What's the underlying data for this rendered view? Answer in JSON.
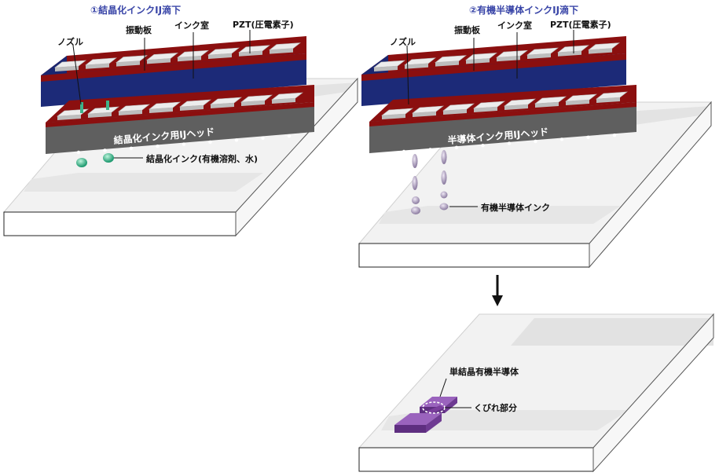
{
  "panel1": {
    "title": "①結晶化インクIJ滴下",
    "labels": {
      "nozzle": "ノズル",
      "diaphragm": "振動板",
      "ink_chamber": "インク室",
      "pzt": "PZT(圧電素子)",
      "head": "結晶化インク用IJヘッド",
      "ink": "結晶化インク(有機溶剤、水)"
    }
  },
  "panel2": {
    "title": "②有機半導体インクIJ滴下",
    "labels": {
      "nozzle": "ノズル",
      "diaphragm": "振動板",
      "ink_chamber": "インク室",
      "pzt": "PZT(圧電素子)",
      "head": "半導体インク用IJヘッド",
      "ink": "有機半導体インク"
    }
  },
  "panel3": {
    "labels": {
      "crystal": "単結晶有機半導体",
      "constriction": "くびれ部分"
    }
  },
  "colors": {
    "head_top": "#8b0f0f",
    "head_front": "#5f5f5f",
    "body_front": "#1c2a78",
    "piezo": "#e4e4e4",
    "crystal_ink": "#3fb38a",
    "semi_ink": "#a79ab8",
    "crystal": "#7a3e9c"
  }
}
